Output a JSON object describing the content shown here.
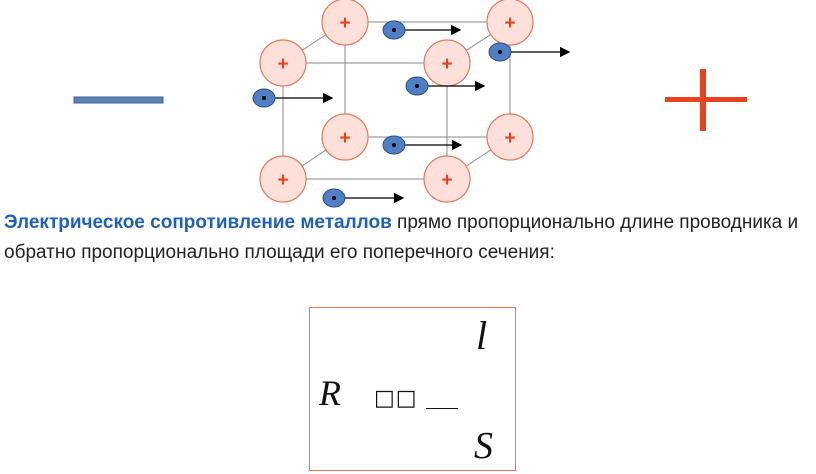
{
  "lattice": {
    "ion_sign": "+",
    "ion_fill": "#fde0da",
    "ion_stroke": "#e07a57",
    "electron_fill": "#4f7fc4",
    "electron_stroke": "#2f4f7f"
  },
  "electrodes": {
    "negative_color": "#5b84b1",
    "positive_color": "#e8421e"
  },
  "text": {
    "highlight": "Электрическое сопротивление металлов",
    "body": " прямо пропорционально длине проводника и обратно пропорционально площади его поперечного сечения:"
  },
  "formula": {
    "r": "R",
    "glyphs": "□□",
    "numerator": "l",
    "denominator": "S"
  }
}
